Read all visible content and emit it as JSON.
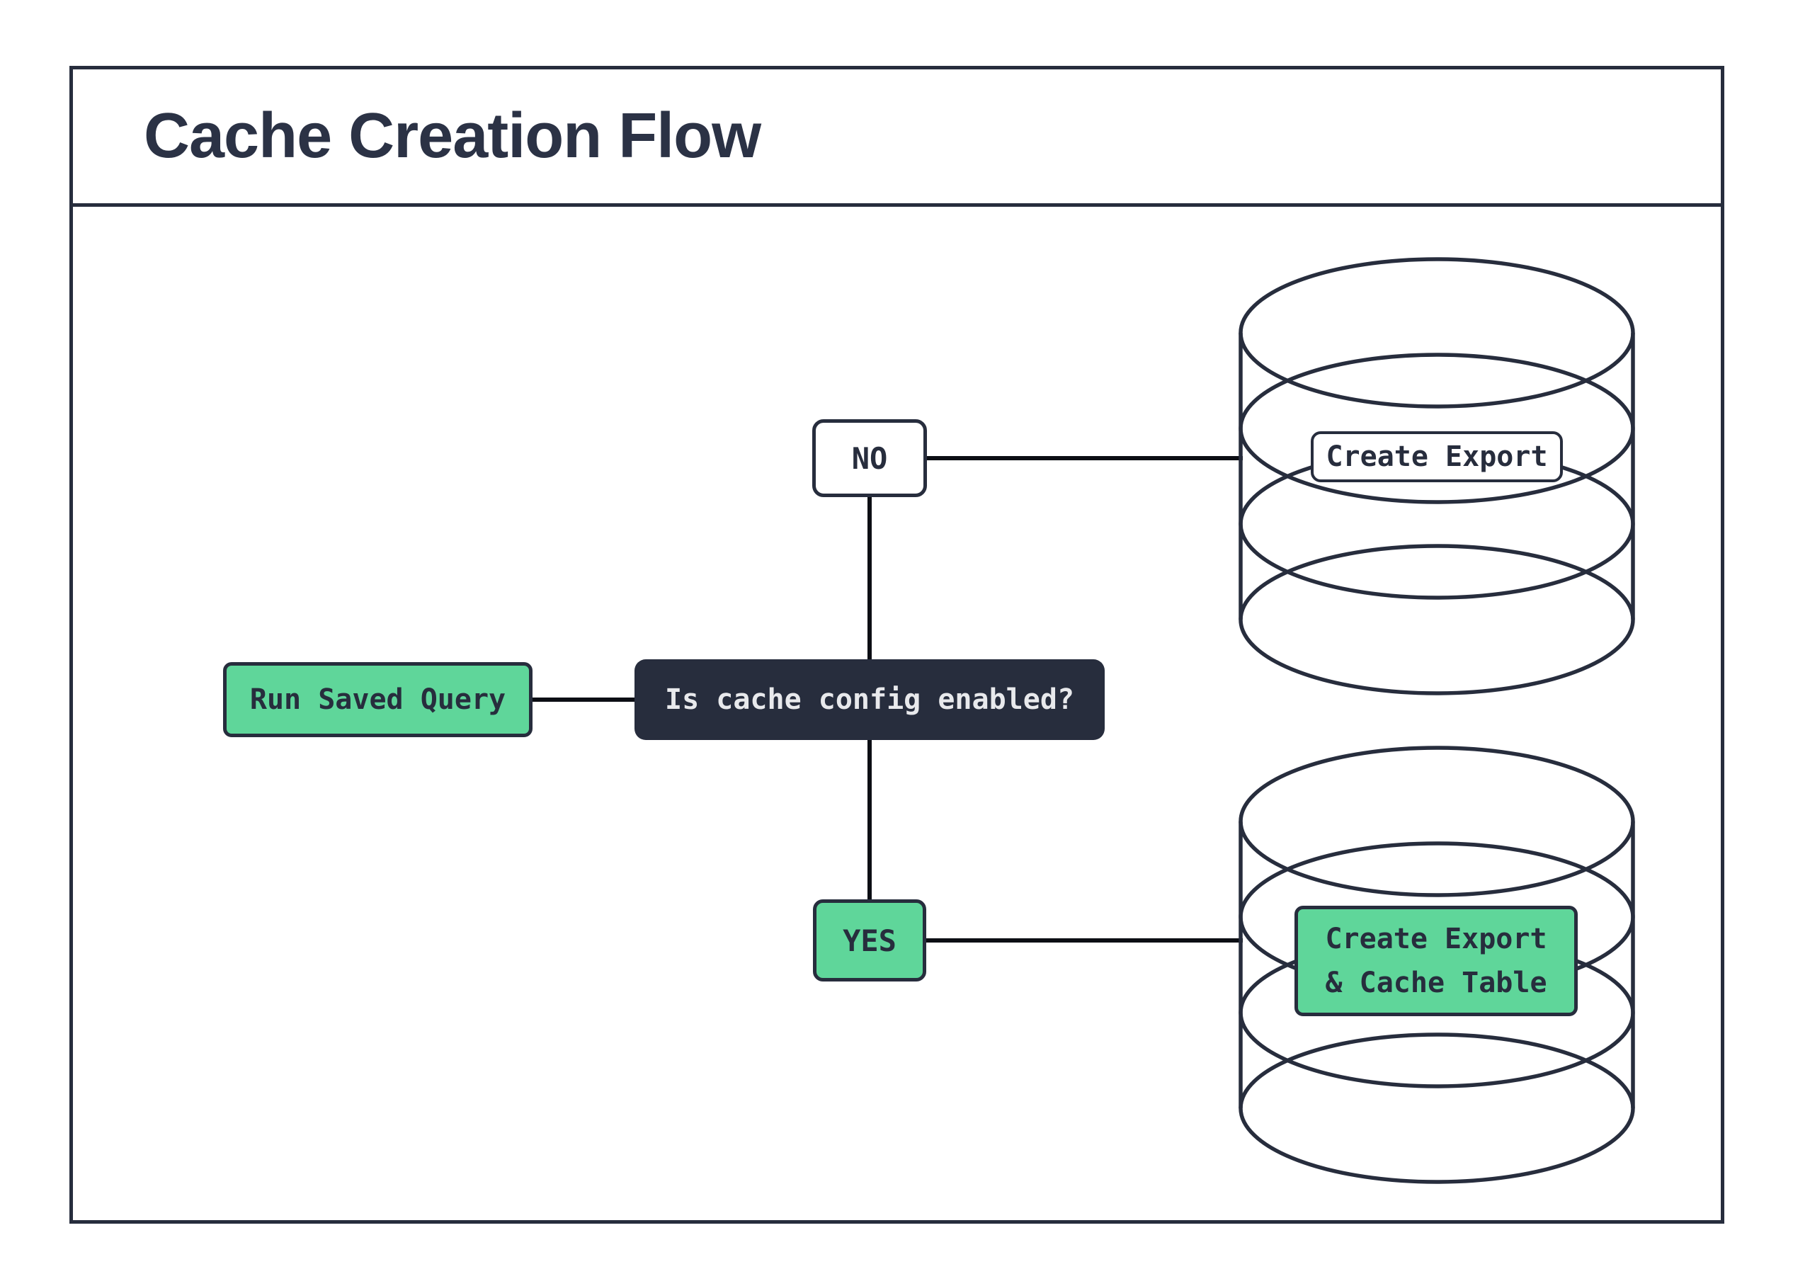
{
  "title": "Cache Creation Flow",
  "colors": {
    "outline_dark": "#272d3d",
    "accent_green": "#5fd69a",
    "connector_black": "#0c0e14",
    "decision_bg": "#272d3d",
    "decision_text": "#e8e9ec",
    "background": "#ffffff"
  },
  "icons": {
    "no_target": "database-cylinder-icon",
    "yes_target": "database-cylinder-icon"
  },
  "nodes": {
    "start": {
      "label": "Run Saved Query"
    },
    "decision": {
      "label": "Is cache config enabled?"
    },
    "no": {
      "label": "NO"
    },
    "yes": {
      "label": "YES"
    },
    "no_target": {
      "label": "Create Export"
    },
    "yes_target": {
      "line1": "Create Export",
      "line2": "& Cache Table"
    }
  }
}
